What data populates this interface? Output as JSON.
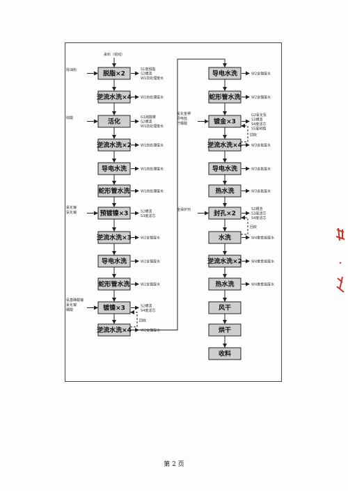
{
  "page_number": "第 2 页",
  "colors": {
    "node_fill": "#cfcfcf",
    "border": "#222222",
    "stamp": "#c8322a"
  },
  "left_column": [
    {
      "id": "L1",
      "label": "脱脂×2"
    },
    {
      "id": "L2",
      "label": "逆流水洗×4"
    },
    {
      "id": "L3",
      "label": "活化"
    },
    {
      "id": "L4",
      "label": "逆流水洗×2"
    },
    {
      "id": "L5",
      "label": "导电水洗"
    },
    {
      "id": "L6",
      "label": "蛇形管水洗"
    },
    {
      "id": "L7",
      "label": "预镀镍×3"
    },
    {
      "id": "L8",
      "label": "逆流水洗×3"
    },
    {
      "id": "L9",
      "label": "导电水洗"
    },
    {
      "id": "L10",
      "label": "蛇形管水洗"
    },
    {
      "id": "L11",
      "label": "镀镍×3"
    },
    {
      "id": "L12",
      "label": "逆流水洗×4"
    }
  ],
  "right_column": [
    {
      "id": "R1",
      "label": "导电水洗"
    },
    {
      "id": "R2",
      "label": "蛇形管水洗"
    },
    {
      "id": "R3",
      "label": "镀金×3"
    },
    {
      "id": "R4",
      "label": "逆流水洗×4"
    },
    {
      "id": "R5",
      "label": "导电水洗"
    },
    {
      "id": "R6",
      "label": "热水洗"
    },
    {
      "id": "R7",
      "label": "封孔×2"
    },
    {
      "id": "R8",
      "label": "水洗"
    },
    {
      "id": "R9",
      "label": "逆流水洗×2"
    },
    {
      "id": "R10",
      "label": "热水洗"
    },
    {
      "id": "R11",
      "label": "风干"
    },
    {
      "id": "R12",
      "label": "烘干"
    },
    {
      "id": "R13",
      "label": "收料"
    }
  ],
  "input_notes": [
    {
      "at": "top",
      "text": "来料（铜线）"
    },
    {
      "at": "L1",
      "text": "除油粉"
    },
    {
      "at": "L3",
      "text": "硫酸"
    },
    {
      "at": "L7",
      "text": "氯化镍 氨化镍"
    },
    {
      "at": "L11",
      "text": "氨基磺酸镍 氯化镍 硼酸"
    },
    {
      "at": "R3",
      "text": "氰化金钾 导电盐 柠檬酸"
    },
    {
      "at": "R7",
      "text": "金保护剂"
    }
  ],
  "output_notes": [
    {
      "at": "L1",
      "lines": [
        "S1废脱脂",
        "S2槽渣",
        "W1前处理废水"
      ]
    },
    {
      "at": "L2",
      "lines": [
        "W1前处理废水"
      ]
    },
    {
      "at": "L3",
      "lines": [
        "G1硫酸雾",
        "S2槽渣",
        "W1前处理废水"
      ]
    },
    {
      "at": "L4",
      "lines": [
        "W1前处理废水"
      ]
    },
    {
      "at": "L5",
      "lines": [
        "W1前处理废水"
      ]
    },
    {
      "at": "L6",
      "lines": [
        "W1前处理废水"
      ]
    },
    {
      "at": "L7",
      "lines": [
        "S2槽渣",
        "S3废滤芯"
      ]
    },
    {
      "at": "L8",
      "lines": [
        "W2含镍废水"
      ]
    },
    {
      "at": "L9",
      "lines": [
        "W2含镍废水"
      ]
    },
    {
      "at": "L10",
      "lines": [
        "W2含镍废水"
      ]
    },
    {
      "at": "L11",
      "lines": [
        "S2槽渣",
        "S4废滤芯"
      ]
    },
    {
      "at": "L12",
      "lines": [
        "W2含镍废水"
      ]
    },
    {
      "at": "R1",
      "lines": [
        "W2含镍废水"
      ]
    },
    {
      "at": "R2",
      "lines": [
        "W2含镍废水"
      ]
    },
    {
      "at": "R3",
      "lines": [
        "G2氰化氢",
        "S3槽渣",
        "S4废滤芯",
        "S5废树脂"
      ]
    },
    {
      "at": "R4",
      "lines": [
        "W3含氰废水"
      ]
    },
    {
      "at": "R5",
      "lines": [
        "W3含氰废水"
      ]
    },
    {
      "at": "R6",
      "lines": [
        "W3含氰废水"
      ]
    },
    {
      "at": "R7",
      "lines": [
        "S2槽渣",
        "S3废滤芯",
        "S4废滤芯"
      ]
    },
    {
      "at": "R8",
      "lines": [
        "W4重金属废水"
      ]
    },
    {
      "at": "R9",
      "lines": [
        "W4重金属废水"
      ]
    },
    {
      "at": "R10",
      "lines": [
        "W4重金属废水"
      ]
    }
  ],
  "recycle_label": "回收"
}
